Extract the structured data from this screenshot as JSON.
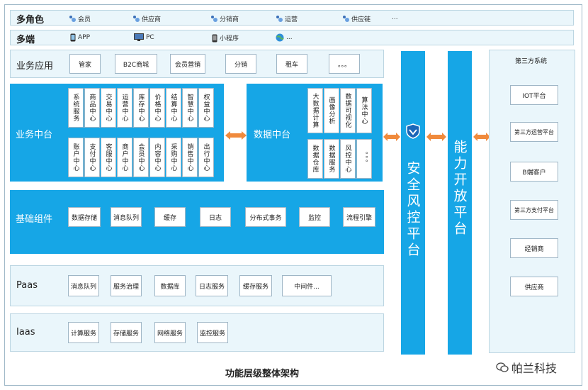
{
  "roles": {
    "title": "多角色",
    "items": [
      "会员",
      "供应商",
      "分销商",
      "运营",
      "供应链",
      "..."
    ]
  },
  "endpoints": {
    "title": "多端",
    "items": [
      {
        "label": "APP",
        "icon": "phone-icon"
      },
      {
        "label": "PC",
        "icon": "monitor-icon"
      },
      {
        "label": "小程序",
        "icon": "phone-icon"
      },
      {
        "label": "...",
        "icon": "globe-icon"
      }
    ]
  },
  "business_app": {
    "title": "业务应用",
    "items": [
      "管家",
      "B2C商城",
      "会员营销",
      "分销",
      "租车",
      "。。。"
    ]
  },
  "business_mid": {
    "title": "业务中台",
    "row1": [
      "系统服务",
      "商品中心",
      "交易中心",
      "运营中心",
      "库存中心",
      "价格中心",
      "结算中心",
      "智慧中心",
      "权益中心"
    ],
    "row2": [
      "账户中心",
      "支付中心",
      "客服中心",
      "商户中心",
      "会员中心",
      "内容中心",
      "采购中心",
      "销售中心",
      "出行中心"
    ]
  },
  "data_mid": {
    "title": "数据中台",
    "row1": [
      "大数据计算",
      "画像分析",
      "数据可视化",
      "算法中心"
    ],
    "row2": [
      "数据仓库",
      "数据服务",
      "风控中心",
      "。。。"
    ]
  },
  "base_components": {
    "title": "基础组件",
    "items": [
      "数据存储",
      "消息队列",
      "缓存",
      "日志",
      "分布式事务",
      "监控",
      "流程引擎"
    ]
  },
  "paas": {
    "title": "Paas",
    "items": [
      "消息队列",
      "服务治理",
      "数据库",
      "日志服务",
      "缓存服务",
      "中间件..."
    ]
  },
  "iaas": {
    "title": "Iaas",
    "items": [
      "计算服务",
      "存储服务",
      "网络服务",
      "监控服务"
    ]
  },
  "security_platform": "安全风控平台",
  "capability_platform": "能力开放平台",
  "third_party": {
    "title": "第三方系统",
    "items": [
      "IOT平台",
      "第三方运营平台",
      "B端客户",
      "第三方支付平台",
      "经销商",
      "供应商"
    ]
  },
  "caption": "功能层级整体架构",
  "watermark": "帕兰科技",
  "colors": {
    "panel": "#16a6e6",
    "band": "#eaf6fb",
    "arrow": "#f08a3c"
  }
}
